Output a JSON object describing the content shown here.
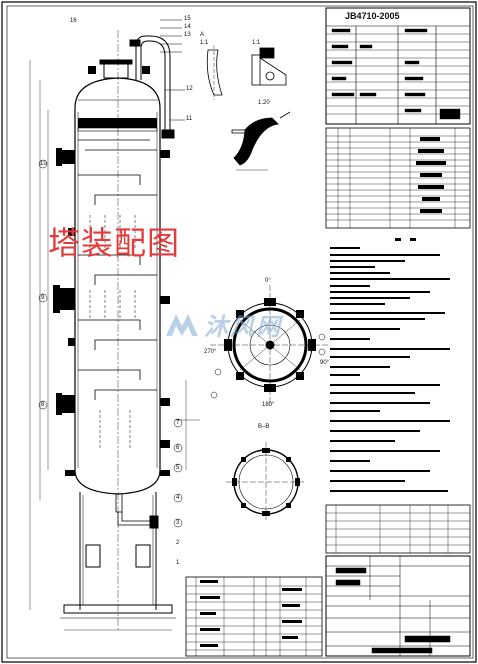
{
  "drawing": {
    "title_cn": "塔装配图",
    "standard_title": "JB4710-2005",
    "view_labels": {
      "detail_a": "A",
      "detail_a_scale": "1:1",
      "detail_b_scale": "1:1",
      "detail_c_scale": "1:20",
      "section_bb": "B–B",
      "angle_top": "0°",
      "angle_bottom": "180°",
      "angle_left": "270°",
      "angle_right": "90°"
    },
    "balloons": [
      "16",
      "15",
      "14",
      "13",
      "12",
      "11",
      "10",
      "9",
      "8",
      "7",
      "6",
      "5",
      "4",
      "3",
      "2",
      "1"
    ],
    "watermark": {
      "text": "沐风网",
      "color": "#82aad2"
    }
  }
}
